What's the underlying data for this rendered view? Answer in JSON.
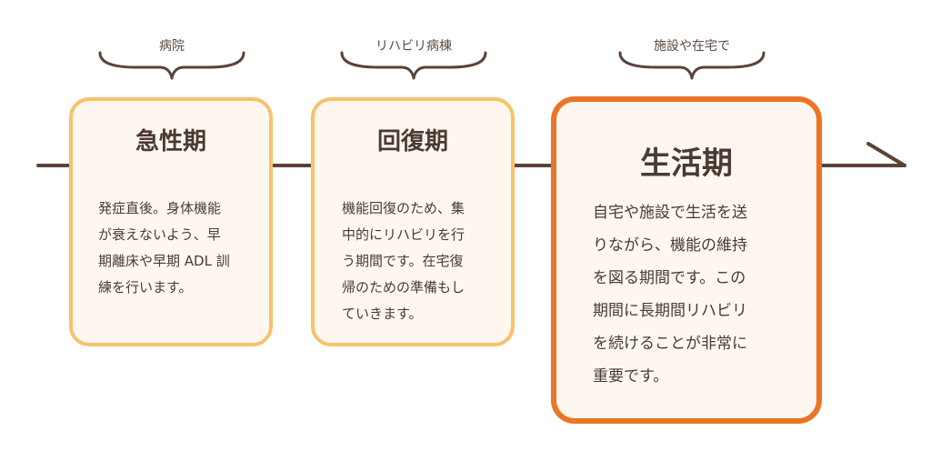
{
  "phases": [
    {
      "setting": "病院",
      "title": "急性期",
      "description_lines": [
        "発症直後。身体機能",
        "が衰えないよう、早",
        "期離床や早期 ADL 訓",
        "練を行います。"
      ]
    },
    {
      "setting": "リハビリ病棟",
      "title": "回復期",
      "description_lines": [
        "機能回復のため、集",
        "中的にリハビリを行",
        "う期間です。在宅復",
        "帰のための準備もし",
        "ていきます。"
      ]
    },
    {
      "setting": "施設や在宅で",
      "title": "生活期",
      "description_lines": [
        "自宅や施設で生活を送",
        "りながら、機能の維持",
        "を図る期間です。この",
        "期間に長期間リハビリ",
        "を続けることが非常に",
        "重要です。"
      ]
    }
  ],
  "colors": {
    "light_border": "#f8c26a",
    "strong_border": "#ec7426",
    "box_fill": "#fdf7f0",
    "line": "#5b4339"
  }
}
